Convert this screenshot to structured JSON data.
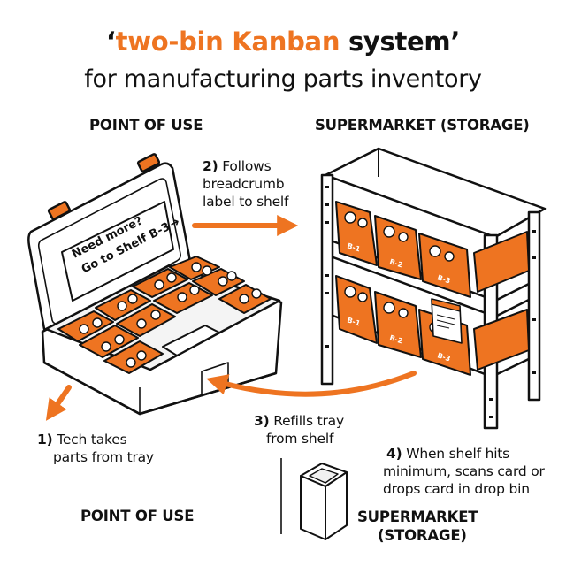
{
  "title": {
    "quote_open": "‘",
    "highlight": "two-bin Kanban",
    "rest": " system’"
  },
  "subtitle": "for manufacturing parts inventory",
  "headings": {
    "point_of_use_top": "POINT OF USE",
    "supermarket_top": "SUPERMARKET (STORAGE)",
    "point_of_use_bottom": "POINT OF USE",
    "supermarket_bottom_line1": "SUPERMARKET",
    "supermarket_bottom_line2": "(STORAGE)"
  },
  "steps": {
    "s1": {
      "num": "1)",
      "line1": " Tech takes",
      "line2": "parts from tray"
    },
    "s2": {
      "num": "2)",
      "line1": " Follows",
      "line2": "breadcrumb",
      "line3": "label to shelf"
    },
    "s3": {
      "num": "3)",
      "line1": " Refills tray",
      "line2": "from shelf"
    },
    "s4": {
      "num": "4)",
      "line1": " When shelf hits",
      "line2": "minimum, scans card or",
      "line3": "drops card in drop bin"
    }
  },
  "tray_lid_label": {
    "line1": "Need more?",
    "line2": "Go to Shelf B-3",
    "arrow": "➜"
  },
  "bin_labels": {
    "top_row": [
      "B-1",
      "B-2",
      "B-3"
    ],
    "bottom_row": [
      "B-1",
      "B-2",
      "B-3"
    ]
  },
  "colors": {
    "accent": "#ee7421",
    "ink": "#111111"
  },
  "icons": [
    "arrow-icon",
    "parts-tray-icon",
    "storage-shelf-icon",
    "kanban-card-icon",
    "drop-bin-icon"
  ]
}
